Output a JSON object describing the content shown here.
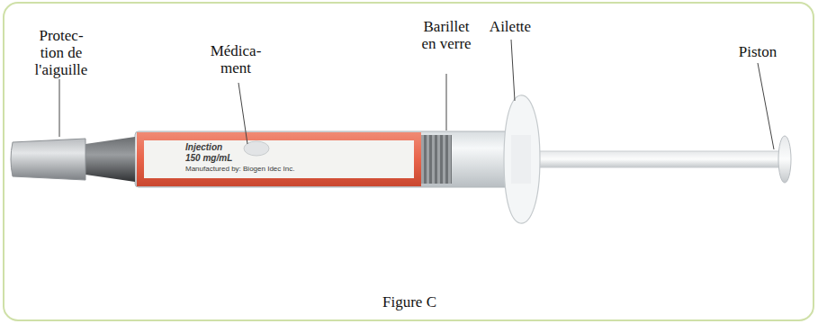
{
  "diagram": {
    "caption": "Figure C",
    "labels": [
      "Protec- tion de l'aiguille",
      "Médica- ment",
      "Barillet en verre",
      "Ailette",
      "Piston",
      "Injection",
      "150 mg/mL",
      "Manufactured by: Biogen Idec Inc."
    ]
  }
}
